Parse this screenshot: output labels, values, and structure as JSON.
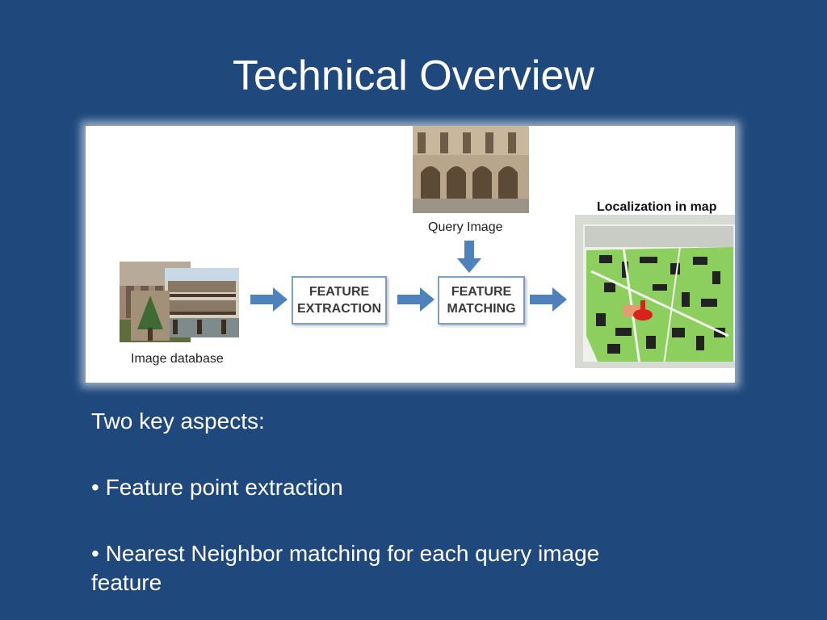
{
  "slide": {
    "title": "Technical Overview"
  },
  "diagram": {
    "image_database_label": "Image database",
    "query_image_label": "Query Image",
    "feature_extraction_label": "FEATURE\nEXTRACTION",
    "feature_matching_label": "FEATURE\nMATCHING",
    "map_label": "Localization in map",
    "colors": {
      "arrow_blue": "#4f81bd",
      "box_border": "#7f9cc1",
      "map_green": "#8ccf5e",
      "marker_red": "#d9221c"
    }
  },
  "body": {
    "intro": "Two key aspects:",
    "bullets": [
      "Feature point extraction",
      "Nearest Neighbor matching for each query image feature"
    ]
  }
}
